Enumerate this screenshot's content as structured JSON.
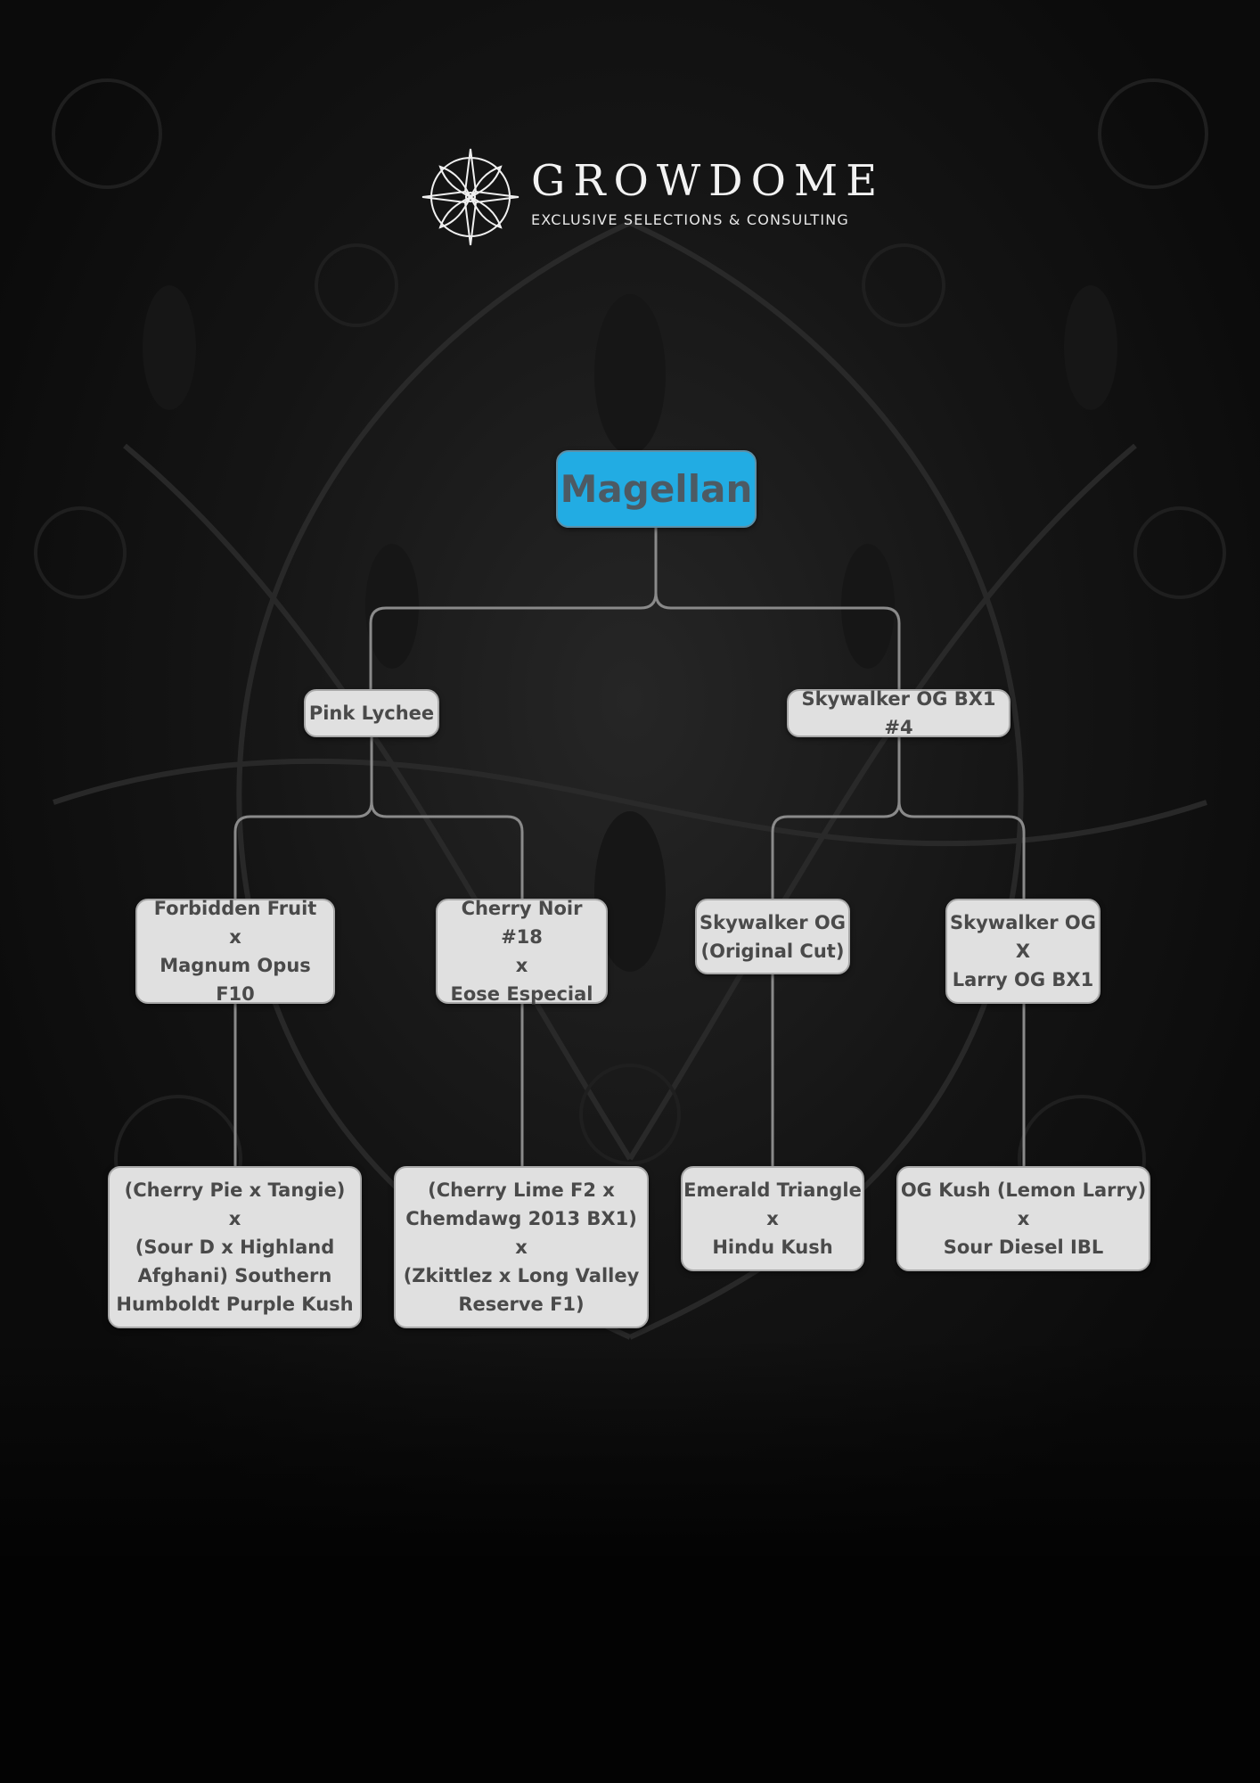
{
  "brand": {
    "name": "GROWDOME",
    "tagline": "EXCLUSIVE SELECTIONS & CONSULTING",
    "mark_icon": "compass-leaf-icon"
  },
  "colors": {
    "root_fill": "#22ace3",
    "node_fill": "#e0e0e0",
    "node_text": "#4a4a4a",
    "connector": "#8a8a8a",
    "background": "#0b0b0b"
  },
  "tree": {
    "root": "Magellan",
    "parents": {
      "left": "Pink Lychee",
      "right": "Skywalker OG BX1 #4"
    },
    "grandparents": {
      "ll": "Forbidden Fruit\nx\nMagnum Opus F10",
      "lr": "Cherry Noir #18\nx\nEose Especial",
      "rl": "Skywalker OG\n(Original Cut)",
      "rr": "Skywalker OG\nX\nLarry OG BX1"
    },
    "great_grandparents": {
      "ll": "(Cherry Pie x Tangie)\nx\n(Sour D x Highland\nAfghani) Southern\nHumboldt Purple Kush",
      "lr": "(Cherry Lime F2 x\nChemdawg 2013 BX1)\nx\n(Zkittlez x Long Valley\nReserve F1)",
      "rl": "Emerald Triangle\nx\nHindu Kush",
      "rr": "OG Kush (Lemon Larry)\nx\nSour Diesel IBL"
    }
  }
}
